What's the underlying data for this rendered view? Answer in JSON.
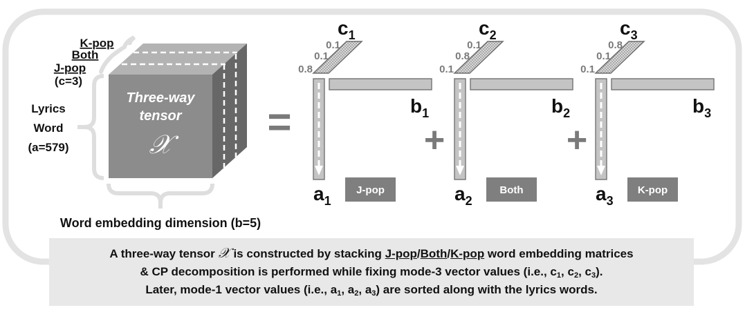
{
  "colors": {
    "frame": "#e3e3e3",
    "cube_front": "#8c8c8c",
    "cube_top": "#b3b3b3",
    "cube_side": "#676767",
    "bar_fill": "#c4c4c4",
    "bar_stroke": "#7a7a7a",
    "tag_fill": "#7f7f7f",
    "caption_bg": "#e8e8e8",
    "text": "#111111"
  },
  "tensor": {
    "title_line1": "Three-way",
    "title_line2": "tensor",
    "symbol": "𝒳",
    "mode3_labels": [
      "K-pop",
      "Both",
      "J-pop"
    ],
    "mode3_size": "(c=3)",
    "mode1_line1": "Lyrics",
    "mode1_line2": "Word",
    "mode1_size": "(a=579)",
    "mode2_label": "Word embedding dimension (b=5)"
  },
  "operators": {
    "equals": "=",
    "plus": "+"
  },
  "components": [
    {
      "c_label": "c",
      "c_sub": "1",
      "c_values": [
        "0.1",
        "0.1",
        "0.8"
      ],
      "b_label": "b",
      "b_sub": "1",
      "a_label": "a",
      "a_sub": "1",
      "tag": "J-pop"
    },
    {
      "c_label": "c",
      "c_sub": "2",
      "c_values": [
        "0.1",
        "0.8",
        "0.1"
      ],
      "b_label": "b",
      "b_sub": "2",
      "a_label": "a",
      "a_sub": "2",
      "tag": "Both"
    },
    {
      "c_label": "c",
      "c_sub": "3",
      "c_values": [
        "0.8",
        "0.1",
        "0.1"
      ],
      "b_label": "b",
      "b_sub": "3",
      "a_label": "a",
      "a_sub": "3",
      "tag": "K-pop"
    }
  ],
  "caption": {
    "l1_pre": "A three-way tensor ",
    "l1_symbol": "𝒳",
    "l1_mid": " is constructed by stacking ",
    "l1_jpop": "J-pop",
    "slash": "/",
    "l1_both": "Both",
    "l1_kpop": "K-pop",
    "l1_post": " word embedding matrices",
    "l2_pre": "& CP decomposition is performed while fixing mode-3 vector values (i.e., ",
    "l2_c": "c",
    "l2_post": ").",
    "l3_pre": "Later, mode-1 vector values (i.e., ",
    "l3_a": "a",
    "l3_post": ") are sorted along with the lyrics words.",
    "sub1": "1",
    "sub2": "2",
    "sub3": "3",
    "sep": ", "
  }
}
